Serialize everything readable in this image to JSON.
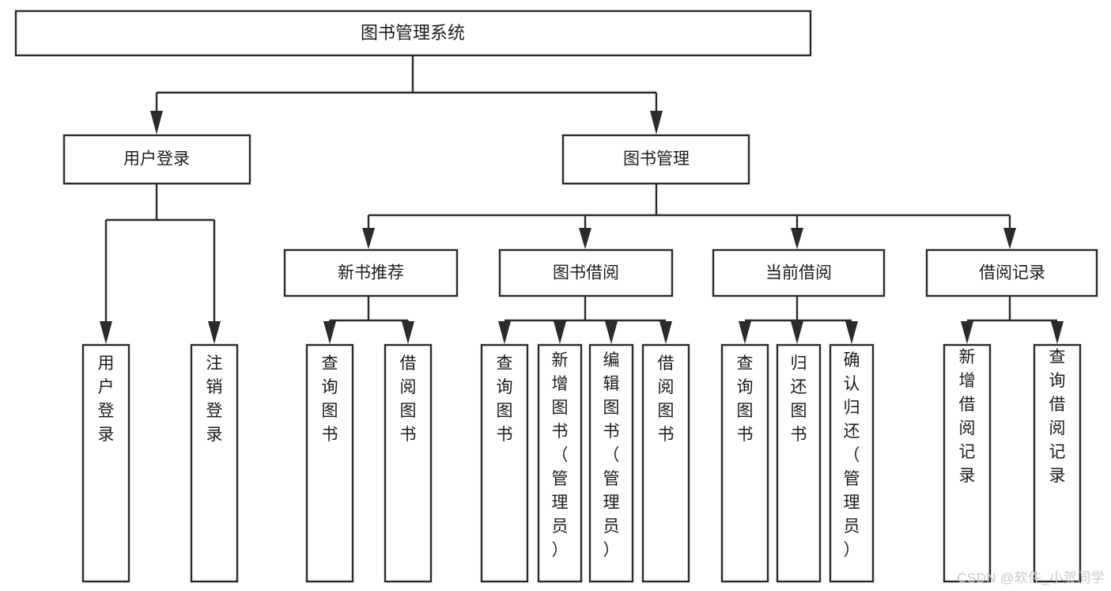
{
  "diagram": {
    "type": "tree-hierarchy",
    "title": "图书管理系统",
    "watermark": "CSDN @软件_小贺同学",
    "colors": {
      "box_stroke": "#2b2b2b",
      "box_fill": "#ffffff",
      "text": "#1c1c1c",
      "connector": "#2b2b2b",
      "watermark": "#c9c9c9",
      "background": "#ffffff"
    },
    "levels": {
      "root": {
        "label": "图书管理系统"
      },
      "level2": [
        {
          "id": "user-login",
          "label": "用户登录"
        },
        {
          "id": "book-management",
          "label": "图书管理"
        }
      ],
      "level3": [
        {
          "id": "new-book-recommend",
          "label": "新书推荐"
        },
        {
          "id": "book-borrow",
          "label": "图书借阅"
        },
        {
          "id": "current-borrow",
          "label": "当前借阅"
        },
        {
          "id": "borrow-record",
          "label": "借阅记录"
        }
      ],
      "leaves": {
        "user-login": [
          {
            "id": "leaf-user-login",
            "label": "用户登录"
          },
          {
            "id": "leaf-logout-login",
            "label": "注销登录"
          }
        ],
        "new-book-recommend": [
          {
            "id": "leaf-query-book-1",
            "label": "查询图书"
          },
          {
            "id": "leaf-borrow-book-1",
            "label": "借阅图书"
          }
        ],
        "book-borrow": [
          {
            "id": "leaf-query-book-2",
            "label": "查询图书"
          },
          {
            "id": "leaf-add-book-admin",
            "label": "新增图书（管理员）"
          },
          {
            "id": "leaf-edit-book-admin",
            "label": "编辑图书（管理员）"
          },
          {
            "id": "leaf-borrow-book-2",
            "label": "借阅图书"
          }
        ],
        "current-borrow": [
          {
            "id": "leaf-query-book-3",
            "label": "查询图书"
          },
          {
            "id": "leaf-return-book",
            "label": "归还图书"
          },
          {
            "id": "leaf-confirm-return-admin",
            "label": "确认归还（管理员）"
          }
        ],
        "borrow-record": [
          {
            "id": "leaf-add-borrow-record",
            "label": "新增借阅记录"
          },
          {
            "id": "leaf-query-borrow-record",
            "label": "查询借阅记录"
          }
        ]
      }
    }
  }
}
